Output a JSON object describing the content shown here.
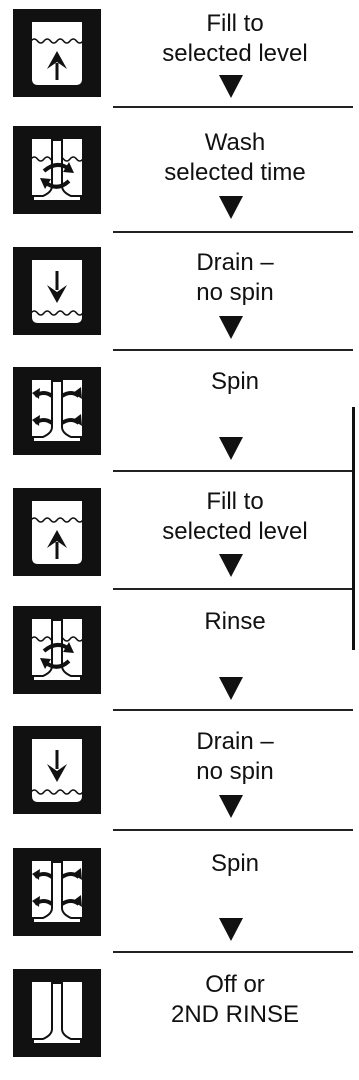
{
  "steps": [
    {
      "label": "Fill to\nselected level",
      "icon": "fill-up-icon"
    },
    {
      "label": "Wash\nselected time",
      "icon": "agitator-wash-icon"
    },
    {
      "label": "Drain –\nno spin",
      "icon": "drain-down-icon"
    },
    {
      "label": "Spin",
      "icon": "agitator-spin-icon"
    },
    {
      "label": "Fill to\nselected level",
      "icon": "fill-up-icon"
    },
    {
      "label": "Rinse",
      "icon": "agitator-wash-icon"
    },
    {
      "label": "Drain –\nno spin",
      "icon": "drain-down-icon"
    },
    {
      "label": "Spin",
      "icon": "agitator-spin-icon"
    },
    {
      "label": "Off or\n2ND RINSE",
      "icon": "agitator-off-icon"
    }
  ],
  "colors": {
    "ink": "#111111",
    "paper": "#ffffff"
  }
}
